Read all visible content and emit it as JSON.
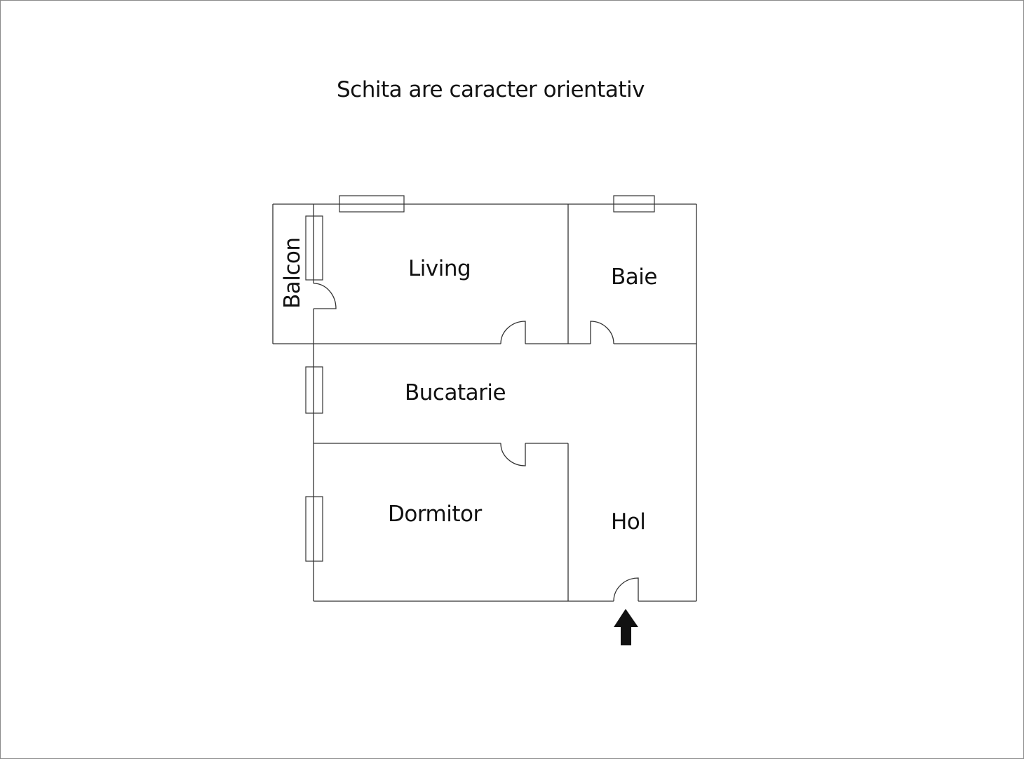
{
  "page": {
    "title": "Schita are caracter orientativ",
    "border_color": "#8a8a8a",
    "line_color": "#333333"
  },
  "plan": {
    "rooms": [
      {
        "id": "balcon",
        "label": "Balcon",
        "orientation": "vertical"
      },
      {
        "id": "living",
        "label": "Living"
      },
      {
        "id": "baie",
        "label": "Baie"
      },
      {
        "id": "bucatarie",
        "label": "Bucatarie"
      },
      {
        "id": "dormitor",
        "label": "Dormitor"
      },
      {
        "id": "hol",
        "label": "Hol"
      }
    ],
    "entrance_arrow": "up-arrow"
  }
}
